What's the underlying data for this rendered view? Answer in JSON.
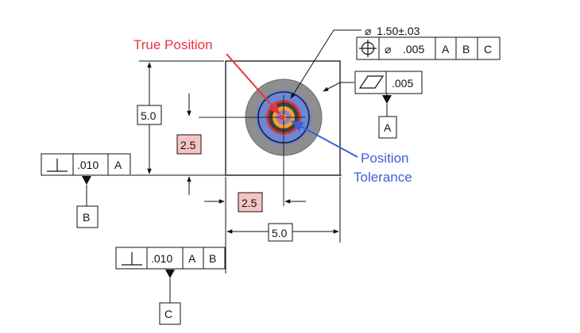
{
  "annotations": {
    "true_position": "True Position",
    "position_tolerance_line1": "Position",
    "position_tolerance_line2": "Tolerance"
  },
  "hole_callout": {
    "diameter_symbol": "⌀",
    "size": "1.50±.03"
  },
  "position_fcf": {
    "diameter_symbol": "⌀",
    "tolerance": ".005",
    "datums": [
      "A",
      "B",
      "C"
    ]
  },
  "flatness_fcf": {
    "tolerance": ".005",
    "datum_label": "A"
  },
  "left_perp_fcf": {
    "symbol": "⊥",
    "tolerance": ".010",
    "datum": "A",
    "datum_label": "B"
  },
  "bottom_perp_fcf": {
    "symbol": "⊥",
    "tolerance": ".010",
    "datums": [
      "A",
      "B"
    ],
    "datum_label": "C"
  },
  "dimensions": {
    "height_overall": "5.0",
    "height_basic": "2.5",
    "width_basic": "2.5",
    "width_overall": "5.0"
  },
  "colors": {
    "true_position": "#e8343b",
    "position_tolerance": "#3d5fd6",
    "basic_box_fill": "#f6c4c4"
  }
}
